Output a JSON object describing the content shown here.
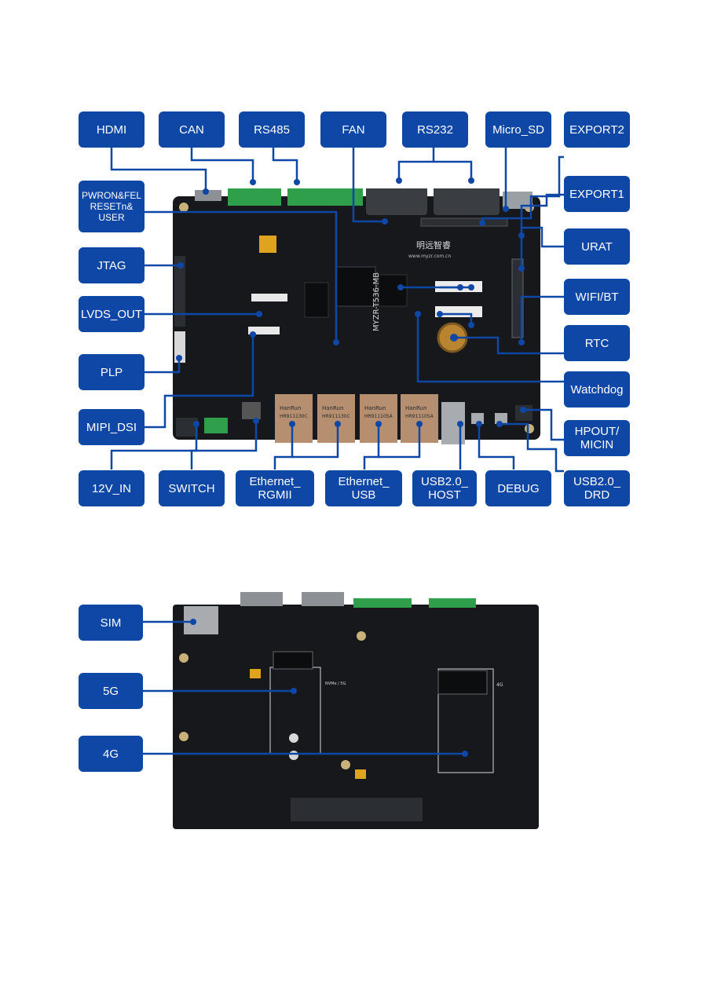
{
  "colors": {
    "label_bg": "#0f47a6",
    "label_text": "#ffffff",
    "leader_line": "#0f47a6",
    "pcb": "#16181b",
    "connector_green": "#2f9f4c",
    "ethernet_jack": "#b58f70",
    "metal": "#a8acb0"
  },
  "front_labels": {
    "hdmi": "HDMI",
    "can": "CAN",
    "rs485": "RS485",
    "fan": "FAN",
    "rs232": "RS232",
    "micro_sd": "Micro_SD",
    "export2": "EXPORT2",
    "pwron": "PWRON&FEL RESETn& USER",
    "export1": "EXPORT1",
    "jtag": "JTAG",
    "urat": "URAT",
    "lvds_out": "LVDS_OUT",
    "wifi_bt": "WIFI/BT",
    "plp": "PLP",
    "rtc": "RTC",
    "watchdog": "Watchdog",
    "mipi_dsi": "MIPI_DSI",
    "hpout_micin": "HPOUT/ MICIN",
    "v12_in": "12V_IN",
    "switch": "SWITCH",
    "ethernet_rgmii": "Ethernet_ RGMII",
    "ethernet_usb": "Ethernet_ USB",
    "usb_host": "USB2.0_ HOST",
    "debug": "DEBUG",
    "usb_drd": "USB2.0_ DRD"
  },
  "back_labels": {
    "sim": "SIM",
    "g5": "5G",
    "g4": "4G"
  },
  "board_markings": {
    "model": "MYZR-T536-MB",
    "brand_cn": "明远智睿",
    "website": "www.myzr.com.cn",
    "jack_brand": "HanRun",
    "jack_part_rgmii": "HR911130C",
    "jack_part_usb": "HR911105A",
    "back_slot_5g": "NVMe / 5G",
    "back_slot_4g": "4G"
  },
  "icons": {
    "leader": "leader-line-icon",
    "connector": "connector-shape-icon"
  }
}
